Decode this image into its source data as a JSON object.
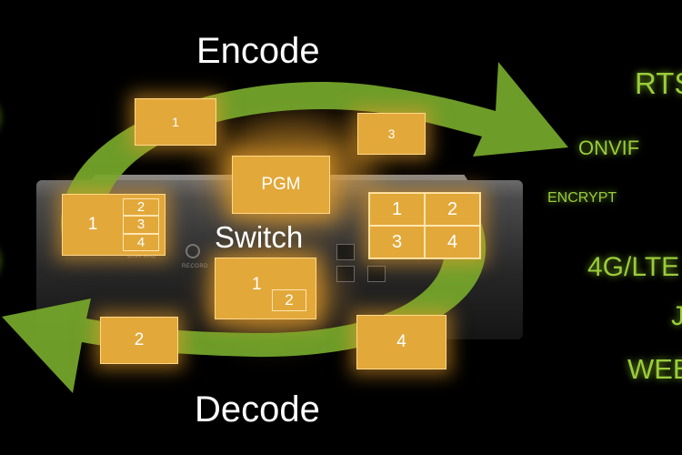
{
  "labels": {
    "encode": "Encode",
    "switch": "Switch",
    "decode": "Decode"
  },
  "tiles": {
    "enc1": "1",
    "enc3": "3",
    "pgm": "PGM",
    "left_main": "1",
    "left_stack": [
      "2",
      "3",
      "4"
    ],
    "right_grid": [
      "1",
      "2",
      "3",
      "4"
    ],
    "pip_main": "1",
    "pip_inset": "2",
    "dec2": "2",
    "dec4": "4"
  },
  "protocols": {
    "rts": "RTS",
    "onvif": "ONVIF",
    "encrypt": "ENCRYPT",
    "lte": "4G/LTE",
    "j": "J",
    "web": "WEB"
  },
  "device": {
    "record_label": "RECORD",
    "model_label": "ON4 AIO"
  },
  "colors": {
    "arrow_green": "#76a82c",
    "tile_orange": "#e3a83a",
    "protocol_green": "#9acc3a"
  }
}
